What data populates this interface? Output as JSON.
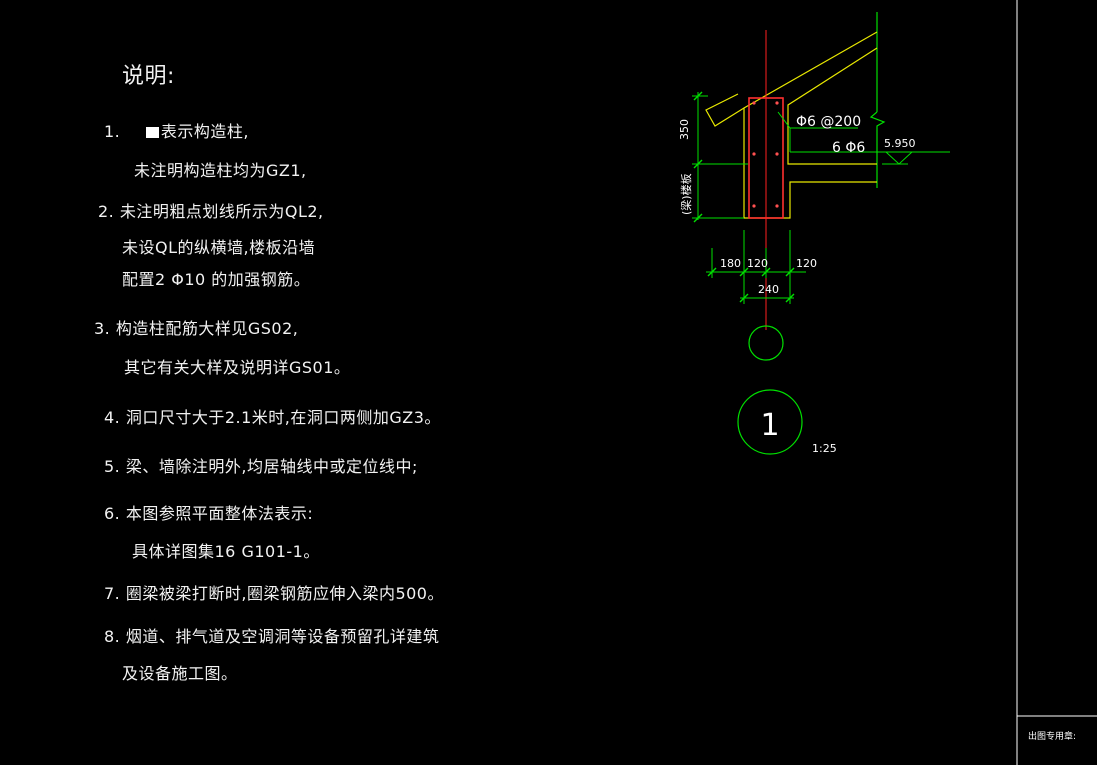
{
  "notes": {
    "title": "说明:",
    "items": [
      {
        "num": "1.",
        "text": "表示构造柱,",
        "cont": [
          "未注明构造柱均为GZ1,"
        ]
      },
      {
        "num": "2.",
        "text": "未注明粗点划线所示为QL2,",
        "cont": [
          "未设QL的纵横墙,楼板沿墙",
          "配置2 Φ10 的加强钢筋。"
        ]
      },
      {
        "num": "3.",
        "text": "构造柱配筋大样见GS02,",
        "cont": [
          "其它有关大样及说明详GS01。"
        ]
      },
      {
        "num": "4.",
        "text": "洞口尺寸大于2.1米时,在洞口两侧加GZ3。",
        "cont": []
      },
      {
        "num": "5.",
        "text": "梁、墙除注明外,均居轴线中或定位线中;",
        "cont": []
      },
      {
        "num": "6.",
        "text": "本图参照平面整体法表示:",
        "cont": [
          "具体详图集16 G101-1。"
        ]
      },
      {
        "num": "7.",
        "text": "圈梁被梁打断时,圈梁钢筋应伸入梁内500。",
        "cont": []
      },
      {
        "num": "8.",
        "text": "烟道、排气道及空调洞等设备预留孔详建筑",
        "cont": [
          "及设备施工图。"
        ]
      }
    ]
  },
  "detail": {
    "stirrup_label": "Φ6 @200",
    "rebar_label": "6 Φ6",
    "elevation": "5.950",
    "dim_height": "350",
    "dim_side": "(梁)楼板",
    "dim_bottom": [
      "180",
      "120",
      "120"
    ],
    "dim_total": "240",
    "detail_number": "1",
    "scale": "1:25"
  },
  "title_block": {
    "stamp": "出图专用章:"
  },
  "colors": {
    "line": "#00e000",
    "axis": "#ff2020",
    "outline": "#e8e800",
    "section": "#ff4040",
    "text": "#ffffff"
  }
}
